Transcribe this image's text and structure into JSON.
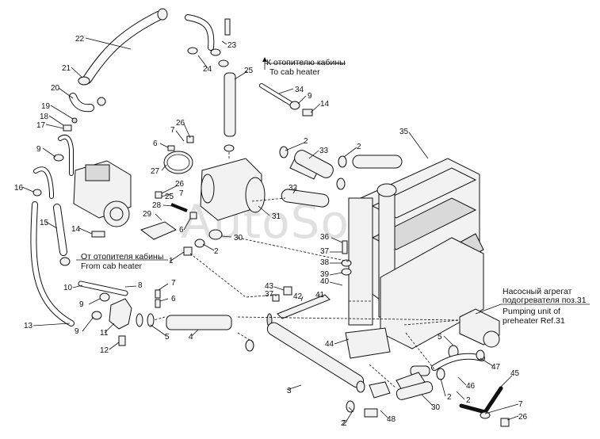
{
  "watermark": "AutoSoft",
  "labels": {
    "to_cabin_ru": "К отопителю кабины",
    "to_cabin_en": "To cab heater",
    "from_cabin_ru": "От отопителя кабины",
    "from_cabin_en": "From cab heater",
    "pump_ru_1": "Насосный агрегат",
    "pump_ru_2": "подогревателя поз.31",
    "pump_en_1": "Pumping unit of",
    "pump_en_2": "preheater Ref.31"
  },
  "callouts": [
    "22",
    "23",
    "24",
    "25",
    "21",
    "20",
    "19",
    "18",
    "17",
    "9",
    "16",
    "15",
    "14",
    "34",
    "9",
    "14",
    "26",
    "7",
    "6",
    "27",
    "35",
    "2",
    "33",
    "2",
    "32",
    "26",
    "7",
    "28",
    "25",
    "29",
    "31",
    "6",
    "30",
    "2",
    "1",
    "36",
    "37",
    "38",
    "39",
    "40",
    "8",
    "10",
    "9",
    "7",
    "6",
    "43",
    "37",
    "42",
    "41",
    "11",
    "9",
    "5",
    "4",
    "13",
    "12",
    "44",
    "3",
    "2",
    "46",
    "5",
    "2",
    "47",
    "2",
    "30",
    "48",
    "2",
    "45",
    "7",
    "26"
  ]
}
